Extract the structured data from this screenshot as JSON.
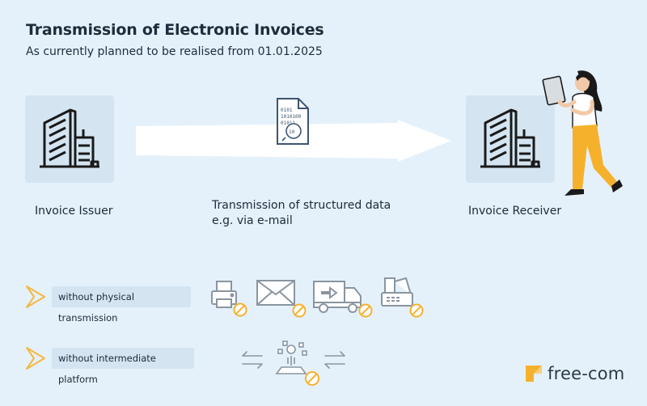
{
  "header": {
    "title": "Transmission of Electronic Invoices",
    "subtitle": "As currently planned to be realised from 01.01.2025"
  },
  "parties": {
    "issuer": "Invoice Issuer",
    "receiver": "Invoice Receiver"
  },
  "transmission": {
    "line1": "Transmission of structured data",
    "line2": "e.g. via e-mail"
  },
  "conditions": [
    {
      "label": "without physical transmission",
      "icons": [
        "printer-icon",
        "envelope-icon",
        "delivery-truck-icon",
        "fax-machine-icon"
      ]
    },
    {
      "label": "without intermediate platform",
      "icons": [
        "left-right-arrows-icon",
        "platform-icon",
        "left-right-arrows-icon"
      ]
    }
  ],
  "brand": {
    "name": "free-com"
  },
  "colors": {
    "background": "#e4f1fb",
    "box": "#d4e5f1",
    "accent_orange": "#f6b12c",
    "chevron": "#f5b840",
    "icon_grey": "#8a95a0"
  }
}
